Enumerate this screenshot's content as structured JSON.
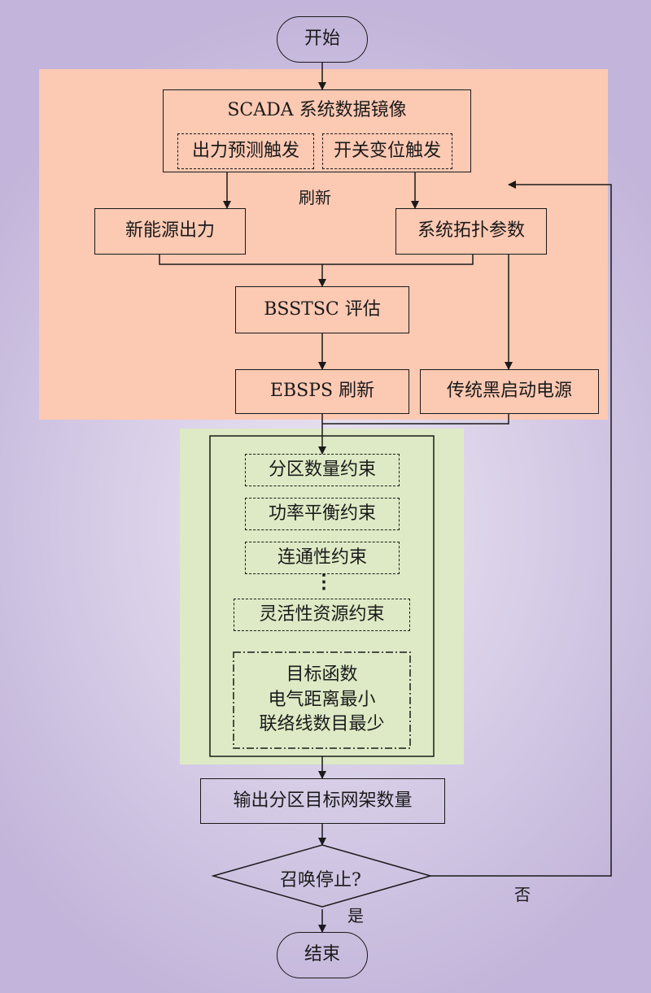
{
  "colors": {
    "region_top": "#fcc9b3",
    "region_mid": "#ddeac5",
    "stroke": "#1a1a1a"
  },
  "nodes": {
    "start": "开始",
    "scada": "SCADA 系统数据镜像",
    "trig_forecast": "出力预测触发",
    "trig_switch": "开关变位触发",
    "renewable": "新能源出力",
    "topology": "系统拓扑参数",
    "bsstsc": "BSSTSC 评估",
    "ebsps": "EBSPS 刷新",
    "traditional": "传统黑启动电源",
    "c_partition_count": "分区数量约束",
    "c_power_balance": "功率平衡约束",
    "c_connectivity": "连通性约束",
    "ellipsis": "⋮",
    "c_flex": "灵活性资源约束",
    "objective": [
      "目标函数",
      "电气距离最小",
      "联络线数目最少"
    ],
    "output": "输出分区目标网架数量",
    "decision": "召唤停止?",
    "end": "结束"
  },
  "labels": {
    "refresh": "刷新",
    "no": "否",
    "yes": "是"
  }
}
